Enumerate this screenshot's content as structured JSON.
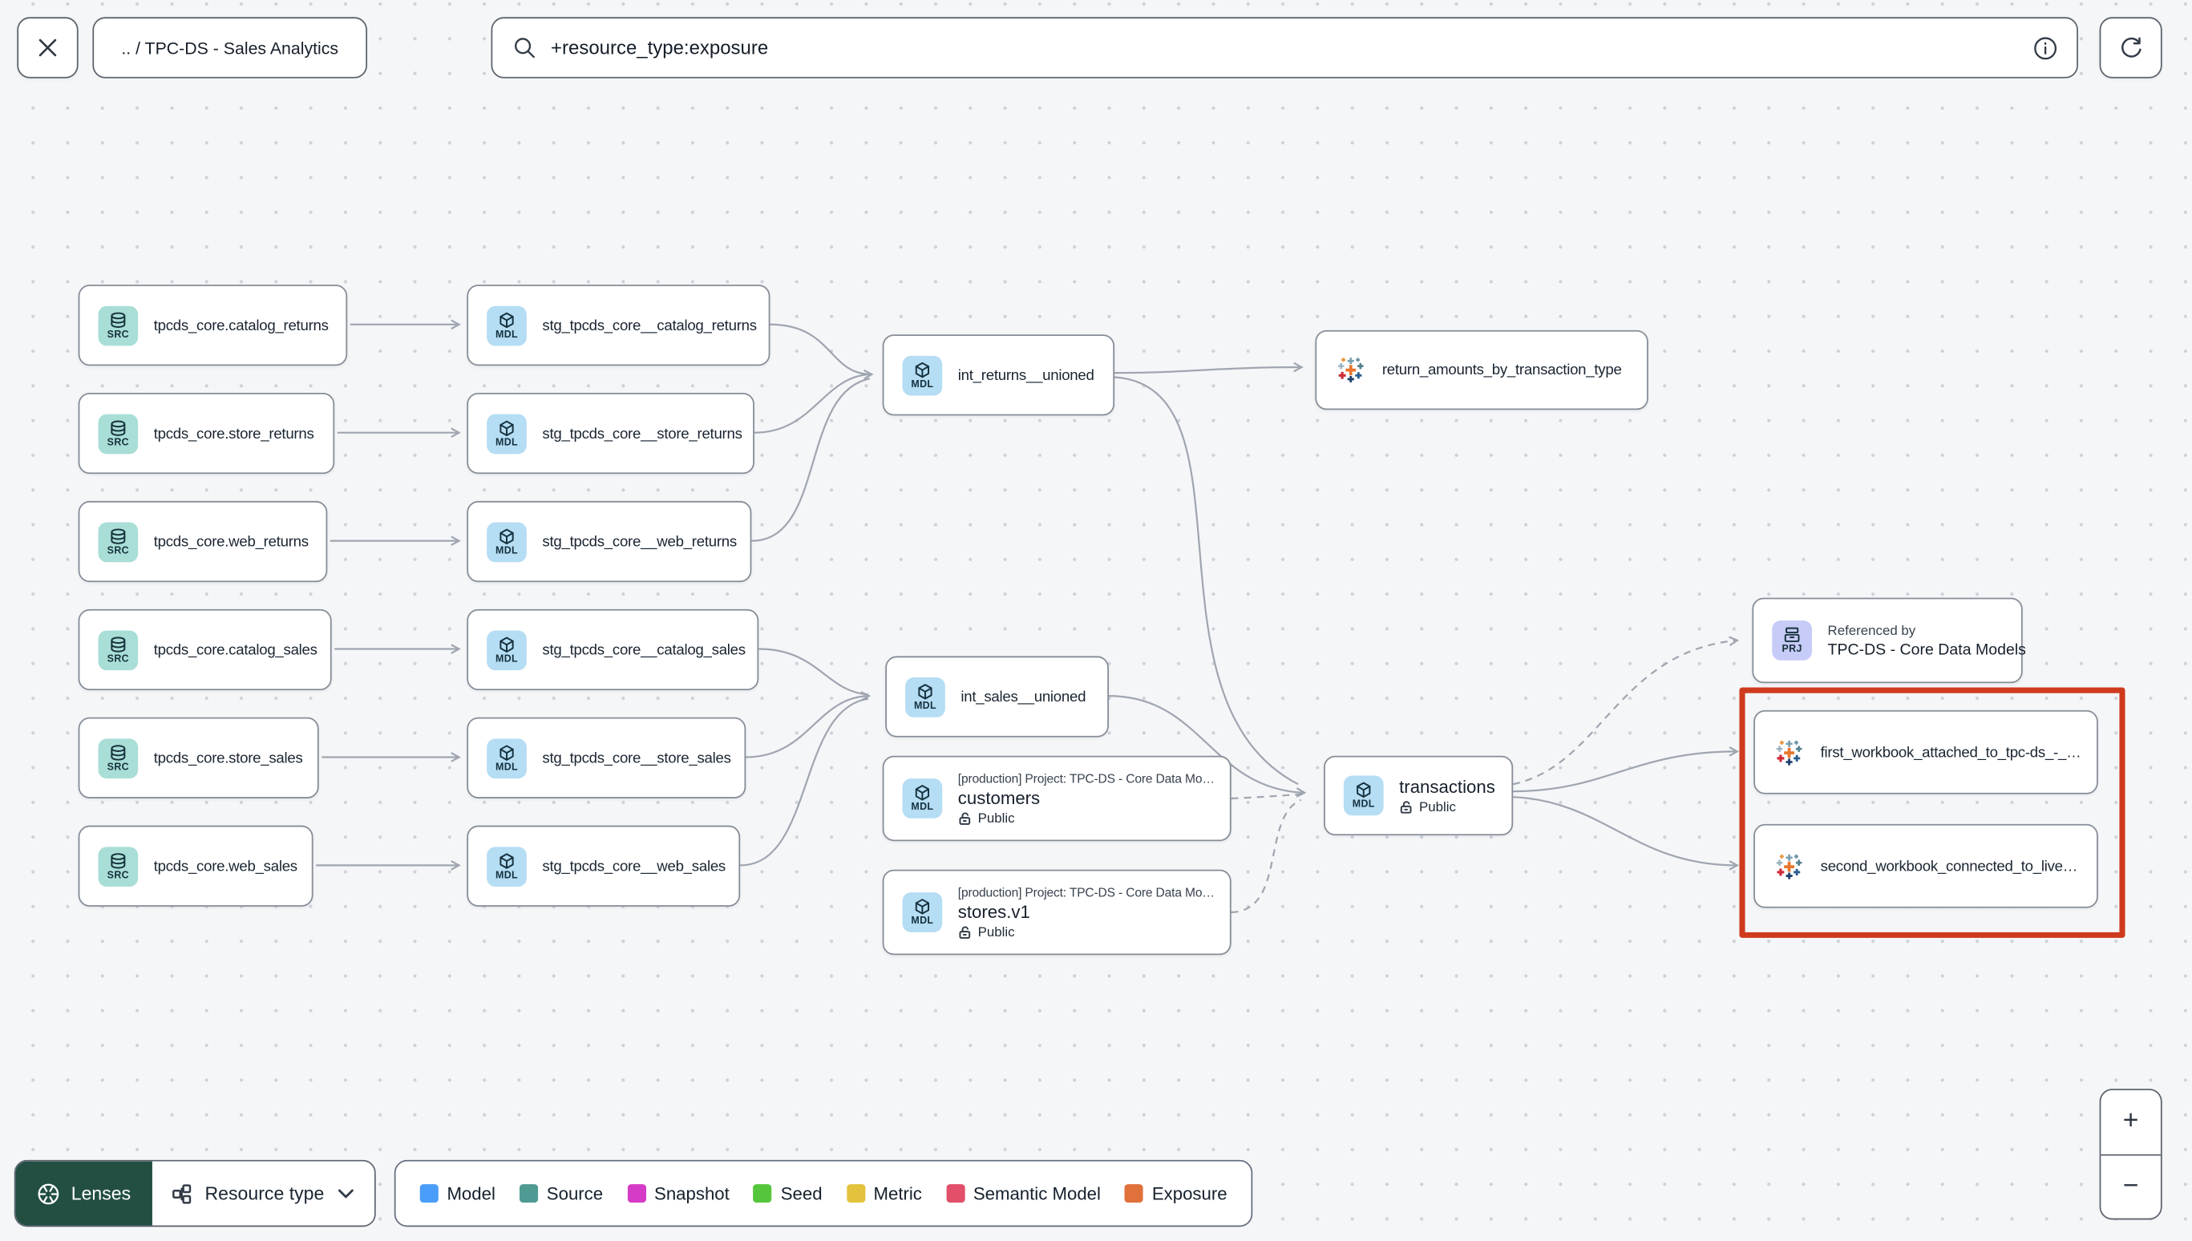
{
  "header": {
    "breadcrumb": ".. / TPC-DS - Sales Analytics",
    "search": {
      "value": "+resource_type:exposure"
    }
  },
  "badges": {
    "source": "SRC",
    "model": "MDL",
    "project": "PRJ"
  },
  "graph": {
    "sources": [
      "tpcds_core.catalog_returns",
      "tpcds_core.store_returns",
      "tpcds_core.web_returns",
      "tpcds_core.catalog_sales",
      "tpcds_core.store_sales",
      "tpcds_core.web_sales"
    ],
    "staging": [
      "stg_tpcds_core__catalog_returns",
      "stg_tpcds_core__store_returns",
      "stg_tpcds_core__web_returns",
      "stg_tpcds_core__catalog_sales",
      "stg_tpcds_core__store_sales",
      "stg_tpcds_core__web_sales"
    ],
    "int_returns": "int_returns__unioned",
    "int_sales": "int_sales__unioned",
    "exposure_return_amounts": "return_amounts_by_transaction_type",
    "customers": {
      "project_line": "[production] Project: TPC-DS - Core Data Mo…",
      "name": "customers",
      "access": "Public"
    },
    "stores": {
      "project_line": "[production] Project: TPC-DS - Core Data Mo…",
      "name": "stores.v1",
      "access": "Public"
    },
    "transactions": {
      "name": "transactions",
      "access": "Public"
    },
    "referenced_by": {
      "label": "Referenced by",
      "name": "TPC-DS - Core Data Models"
    },
    "workbooks": [
      "first_workbook_attached_to_tpc-ds_-_…",
      "second_workbook_connected_to_live…"
    ]
  },
  "footer": {
    "lenses": "Lenses",
    "resource_type": "Resource type",
    "legend": [
      {
        "label": "Model",
        "color": "#4a9df8"
      },
      {
        "label": "Source",
        "color": "#4f9b93"
      },
      {
        "label": "Snapshot",
        "color": "#d63bc7"
      },
      {
        "label": "Seed",
        "color": "#55c63c"
      },
      {
        "label": "Metric",
        "color": "#e3c33d"
      },
      {
        "label": "Semantic Model",
        "color": "#e14f69"
      },
      {
        "label": "Exposure",
        "color": "#e1713b"
      }
    ]
  },
  "zoom_controls": {
    "zoom_in": "+",
    "zoom_out": "−"
  }
}
